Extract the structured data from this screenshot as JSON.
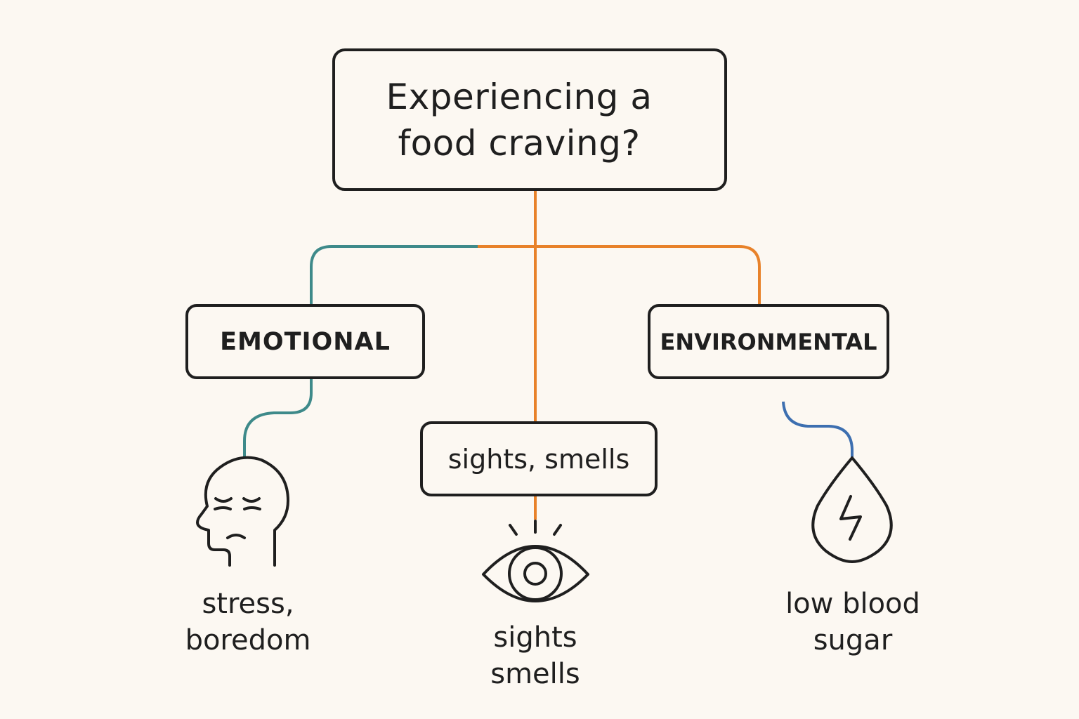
{
  "root": {
    "question": "Experiencing a\nfood craving?"
  },
  "categories": {
    "emotional": "EMOTIONAL",
    "environmental": "ENVIRONMENTAL"
  },
  "middle_box": {
    "label": "sights, smells"
  },
  "captions": {
    "emotional": "stress,\nboredom",
    "sights": "sights\nsmells",
    "environmental": "low blood\nsugar"
  },
  "icons": {
    "emotional": "stressed-head-icon",
    "sights": "eye-icon",
    "environmental": "drop-lightning-icon"
  },
  "colors": {
    "orange": "#e8822a",
    "teal": "#3e8a8a",
    "blue": "#3d6fb0",
    "ink": "#1f1f1f",
    "background": "#fcf8f2"
  }
}
